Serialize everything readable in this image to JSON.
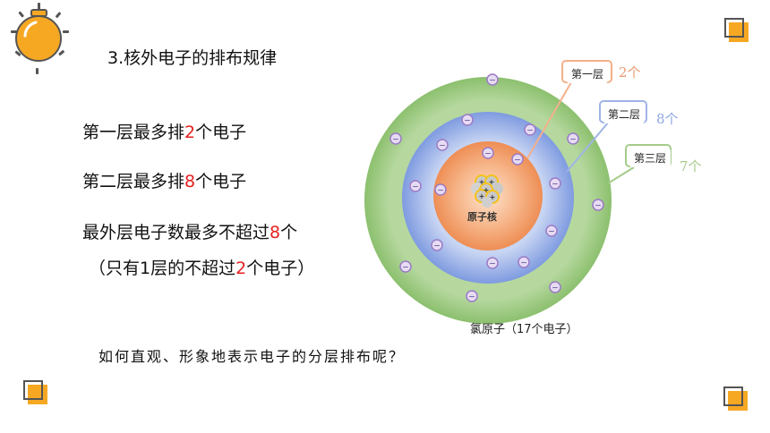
{
  "colors": {
    "accent": "#f7a823",
    "highlight": "#e5201f",
    "shell_outer": "#9ccb7f",
    "shell_middle": "#8ea7e3",
    "nucleus": "#f09a62",
    "electron": "#a07cc7",
    "count_1": "#e89a70",
    "count_2": "#8ea7e3",
    "count_3": "#a8c98a"
  },
  "title": "3.核外电子的排布规律",
  "rules": [
    {
      "before": "第一层最多排",
      "num": "2",
      "after": "个电子"
    },
    {
      "before": "第二层最多排",
      "num": "8",
      "after": "个电子"
    },
    {
      "before": "最外层电子数最多不超过",
      "num": "8",
      "after": "个"
    },
    {
      "before": "（只有1层的不超过",
      "num": "2",
      "after": "个电子）"
    }
  ],
  "diagram": {
    "nucleus_label": "原子核",
    "electron_sign": "−",
    "proton_sign": "+",
    "shells": [
      {
        "label": "第一层",
        "count": "2个"
      },
      {
        "label": "第二层",
        "count": "8个"
      },
      {
        "label": "第三层",
        "count": "7个"
      }
    ],
    "caption": "氯原子（17个电子）"
  },
  "question": "如何直观、形象地表示电子的分层排布呢？"
}
